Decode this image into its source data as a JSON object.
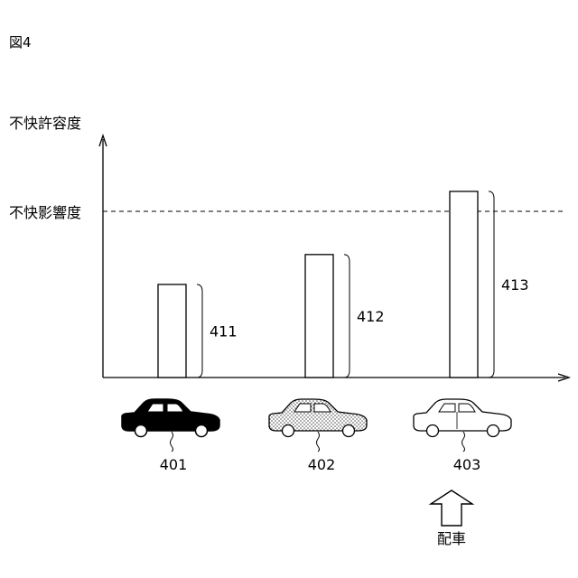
{
  "figure_label": "図4",
  "y_axis_label": "不快許容度",
  "threshold_label": "不快影響度",
  "bars": [
    {
      "ref": "411",
      "level": 0.56,
      "vehicle_ref": "401",
      "vehicle_fill": "solid-black"
    },
    {
      "ref": "412",
      "level": 0.74,
      "vehicle_ref": "402",
      "vehicle_fill": "dotted"
    },
    {
      "ref": "413",
      "level": 1.12,
      "vehicle_ref": "403",
      "vehicle_fill": "white"
    }
  ],
  "threshold_level": 1.0,
  "dispatch_label": "配車",
  "dispatch_target": "403",
  "colors": {
    "ink": "#000000",
    "background": "#ffffff",
    "dot": "#444444"
  }
}
